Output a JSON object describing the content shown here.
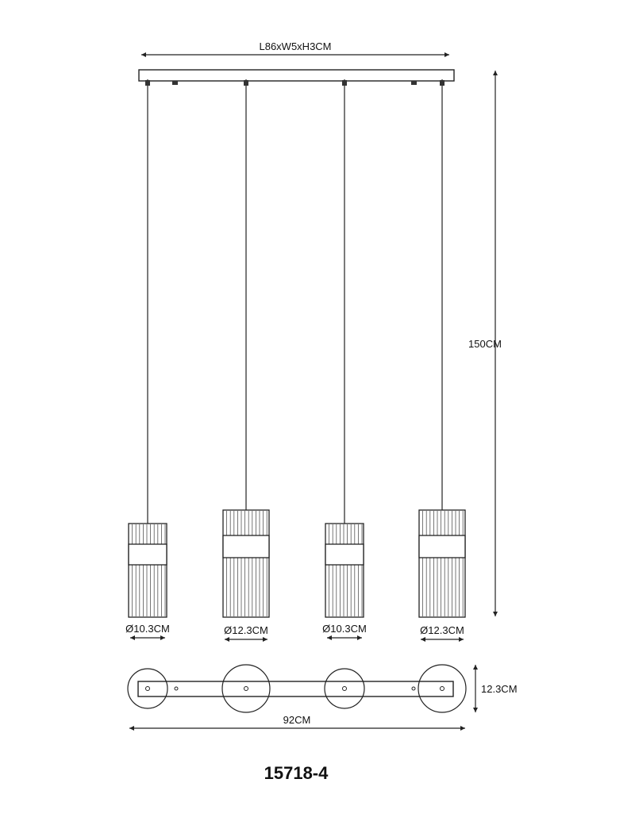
{
  "canopy": {
    "dimension_label": "L86xW5xH3CM"
  },
  "height": {
    "label": "150CM"
  },
  "pendants": [
    {
      "diameter_label": "Ø10.3CM",
      "size": "small"
    },
    {
      "diameter_label": "Ø12.3CM",
      "size": "large"
    },
    {
      "diameter_label": "Ø10.3CM",
      "size": "small"
    },
    {
      "diameter_label": "Ø12.3CM",
      "size": "large"
    }
  ],
  "plan": {
    "depth_label": "12.3CM",
    "length_label": "92CM"
  },
  "model": {
    "number": "15718-4"
  },
  "colors": {
    "line": "#222222",
    "background": "#ffffff"
  }
}
